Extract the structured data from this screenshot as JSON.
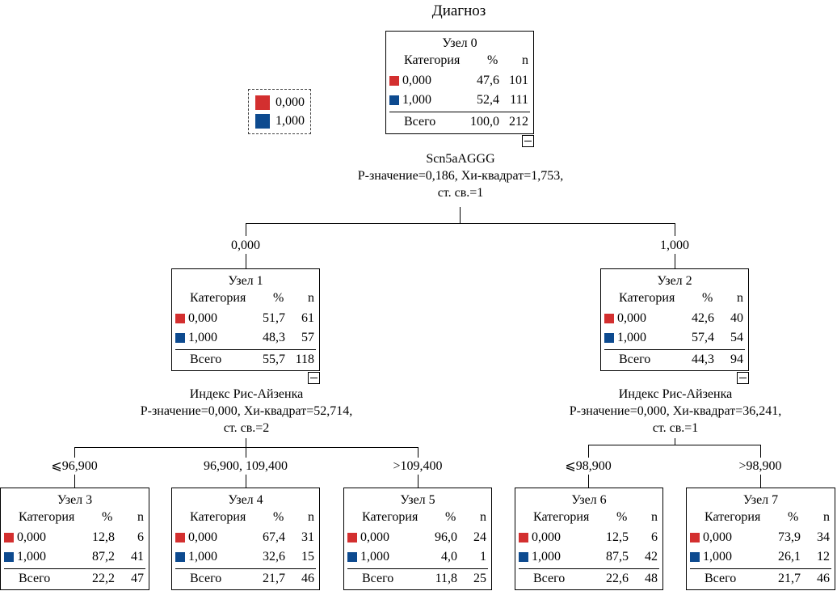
{
  "title": "Диагноз",
  "colors": {
    "cat0": "#d32f2f",
    "cat1": "#0d4a8f"
  },
  "legend": {
    "items": [
      {
        "label": "0,000",
        "color": "#d32f2f"
      },
      {
        "label": "1,000",
        "color": "#0d4a8f"
      }
    ]
  },
  "headers": {
    "category": "Категория",
    "percent": "%",
    "n": "n",
    "total": "Всего"
  },
  "nodes": {
    "n0": {
      "title": "Узел 0",
      "rows": [
        {
          "cat": "0,000",
          "pct": "47,6",
          "n": "101"
        },
        {
          "cat": "1,000",
          "pct": "52,4",
          "n": "111"
        }
      ],
      "total_pct": "100,0",
      "total_n": "212"
    },
    "n1": {
      "title": "Узел 1",
      "rows": [
        {
          "cat": "0,000",
          "pct": "51,7",
          "n": "61"
        },
        {
          "cat": "1,000",
          "pct": "48,3",
          "n": "57"
        }
      ],
      "total_pct": "55,7",
      "total_n": "118"
    },
    "n2": {
      "title": "Узел 2",
      "rows": [
        {
          "cat": "0,000",
          "pct": "42,6",
          "n": "40"
        },
        {
          "cat": "1,000",
          "pct": "57,4",
          "n": "54"
        }
      ],
      "total_pct": "44,3",
      "total_n": "94"
    },
    "n3": {
      "title": "Узел 3",
      "rows": [
        {
          "cat": "0,000",
          "pct": "12,8",
          "n": "6"
        },
        {
          "cat": "1,000",
          "pct": "87,2",
          "n": "41"
        }
      ],
      "total_pct": "22,2",
      "total_n": "47"
    },
    "n4": {
      "title": "Узел 4",
      "rows": [
        {
          "cat": "0,000",
          "pct": "67,4",
          "n": "31"
        },
        {
          "cat": "1,000",
          "pct": "32,6",
          "n": "15"
        }
      ],
      "total_pct": "21,7",
      "total_n": "46"
    },
    "n5": {
      "title": "Узел 5",
      "rows": [
        {
          "cat": "0,000",
          "pct": "96,0",
          "n": "24"
        },
        {
          "cat": "1,000",
          "pct": "4,0",
          "n": "1"
        }
      ],
      "total_pct": "11,8",
      "total_n": "25"
    },
    "n6": {
      "title": "Узел 6",
      "rows": [
        {
          "cat": "0,000",
          "pct": "12,5",
          "n": "6"
        },
        {
          "cat": "1,000",
          "pct": "87,5",
          "n": "42"
        }
      ],
      "total_pct": "22,6",
      "total_n": "48"
    },
    "n7": {
      "title": "Узел 7",
      "rows": [
        {
          "cat": "0,000",
          "pct": "73,9",
          "n": "34"
        },
        {
          "cat": "1,000",
          "pct": "26,1",
          "n": "12"
        }
      ],
      "total_pct": "21,7",
      "total_n": "46"
    }
  },
  "splits": {
    "s0": {
      "var": "Scn5aAGGG",
      "stats": "P-значение=0,186, Хи-квадрат=1,753,",
      "df": "ст. св.=1"
    },
    "s1": {
      "var": "Индекс Рис-Айзенка",
      "stats": "P-значение=0,000, Хи-квадрат=52,714,",
      "df": "ст. св.=2"
    },
    "s2": {
      "var": "Индекс Рис-Айзенка",
      "stats": "P-значение=0,000, Хи-квадрат=36,241,",
      "df": "ст. св.=1"
    }
  },
  "branches": {
    "b1": "0,000",
    "b2": "1,000",
    "b3": "⩽96,900",
    "b4": "96,900, 109,400",
    "b5": ">109,400",
    "b6": "⩽98,900",
    "b7": ">98,900"
  }
}
